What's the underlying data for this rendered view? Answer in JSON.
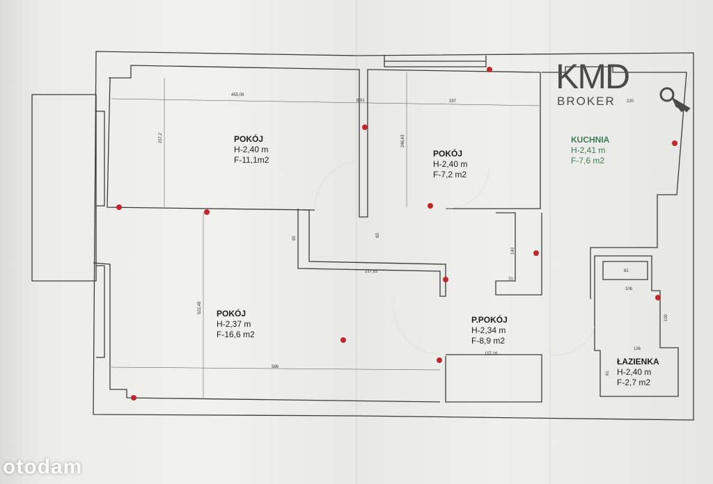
{
  "rooms": {
    "pokoj1": {
      "name": "POKÓJ",
      "height": "H-2,40 m",
      "area": "F-11,1m2"
    },
    "pokoj2": {
      "name": "POKÓJ",
      "height": "H-2,40 m",
      "area": "F-7,2 m2"
    },
    "kuchnia": {
      "name": "KUCHNIA",
      "height": "H-2,41 m",
      "area": "F-7,6 m2"
    },
    "pokoj3": {
      "name": "POKÓJ",
      "height": "H-2,37 m",
      "area": "F-16,6 m2"
    },
    "ppokoj": {
      "name": "P.POKÓJ",
      "height": "H-2,34 m",
      "area": "F-8,9 m2"
    },
    "lazienka": {
      "name": "ŁAZIENKA",
      "height": "H-2,40 m",
      "area": "F-2,7 m2"
    }
  },
  "dimensions": {
    "d1": "455,09",
    "d2": "8,91",
    "d3": "297",
    "d4": "220",
    "d5": "257,2",
    "d6": "246,63",
    "d7": "90",
    "d8": "83",
    "d9": "237,63",
    "d10": "140",
    "d11": "70",
    "d12": "522,48",
    "d13": "586",
    "d14": "157,16",
    "d15": "82",
    "d16": "106",
    "d17": "100",
    "d18": "136",
    "d19": "61"
  },
  "brand": {
    "main": "KMD",
    "sub": "BROKER"
  },
  "watermark": "otodam",
  "colors": {
    "wall": "#3a3a3a",
    "marker": "#c0272d",
    "label_green": "#3a7d53"
  }
}
